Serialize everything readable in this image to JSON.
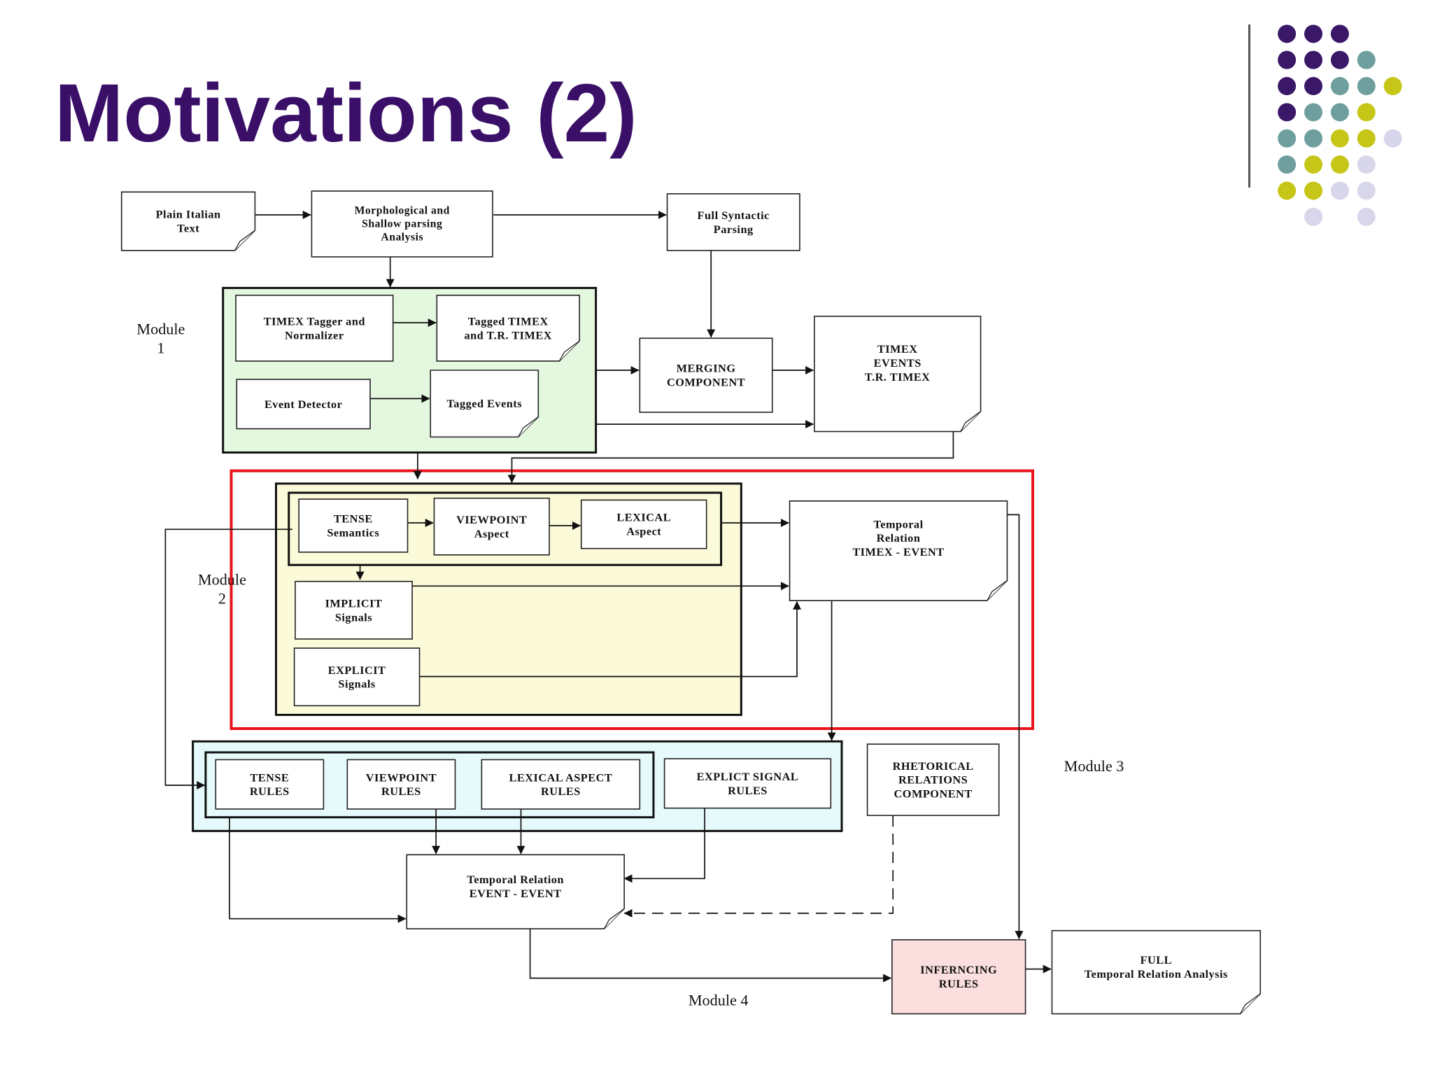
{
  "slide": {
    "title": "Motivations (2)"
  },
  "colors": {
    "title": "#3a0f68",
    "dot_purple": "#3b1768",
    "dot_teal": "#6f9e9e",
    "dot_olive": "#c6c618",
    "dot_lavender": "#d8d6ea",
    "module_frame_red": "#e8141c",
    "module1_fill": "#e4f8e0",
    "module2_fill": "#fbfbda",
    "module3_fill": "#e6fafb",
    "doc_fill": "#e6e6e6",
    "inferencing_fill": "#fbdede"
  },
  "diagram": {
    "nodes": {
      "plain_text": [
        "Plain Italian",
        "Text"
      ],
      "morph": [
        "Morphological and",
        "Shallow parsing",
        "Analysis"
      ],
      "full_syntactic": [
        "Full Syntactic",
        "Parsing"
      ],
      "timex_tagger": [
        "TIMEX Tagger and",
        "Normalizer"
      ],
      "tagged_timex": [
        "Tagged TIMEX",
        "and T.R. TIMEX"
      ],
      "event_detector": [
        "Event Detector"
      ],
      "tagged_events": [
        "Tagged Events"
      ],
      "merging": [
        "MERGING",
        "COMPONENT"
      ],
      "timex_events_doc": [
        "TIMEX",
        "EVENTS",
        "T.R. TIMEX"
      ],
      "tense_sem": [
        "TENSE",
        "Semantics"
      ],
      "viewpoint_aspect": [
        "VIEWPOINT",
        "Aspect"
      ],
      "lexical_aspect": [
        "LEXICAL",
        "Aspect"
      ],
      "implicit": [
        "IMPLICIT",
        "Signals"
      ],
      "explicit": [
        "EXPLICIT",
        "Signals"
      ],
      "temporal_timex_event": [
        "Temporal",
        "Relation",
        "TIMEX - EVENT"
      ],
      "tense_rules": [
        "TENSE",
        "RULES"
      ],
      "viewpoint_rules": [
        "VIEWPOINT",
        "RULES"
      ],
      "lexical_aspect_rules": [
        "LEXICAL ASPECT",
        "RULES"
      ],
      "explicit_signal_rules": [
        "EXPLICT SIGNAL",
        "RULES"
      ],
      "rhetorical": [
        "RHETORICAL",
        "RELATIONS",
        "COMPONENT"
      ],
      "temporal_event_event": [
        "Temporal Relation",
        "EVENT - EVENT"
      ],
      "inferencing": [
        "INFERNCING",
        "RULES"
      ],
      "full_analysis": [
        "FULL",
        "Temporal Relation Analysis"
      ]
    },
    "module_labels": {
      "module1": [
        "Module",
        "1"
      ],
      "module2": [
        "Module",
        "2"
      ],
      "module3": [
        "Module 3"
      ],
      "module4": [
        "Module 4"
      ]
    }
  }
}
